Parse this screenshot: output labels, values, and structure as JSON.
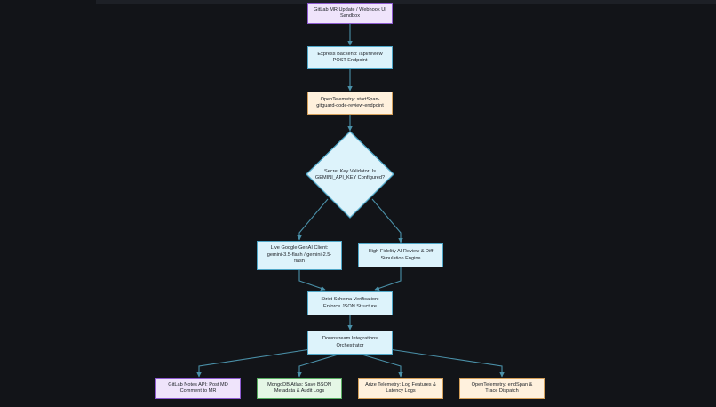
{
  "nodes": {
    "mr_update": "GitLab MR Update / Webhook UI Sandbox",
    "express": "Express Backend: /api/review POST Endpoint",
    "otel_start": "OpenTelemetry: startSpan- gitguard-code-review-endpoint",
    "validator": "Secret Key Validator: Is GEMINI_API_KEY Configured?",
    "genai": "Live Google GenAI Client: gemini-3.5-flash / gemini-2.5-flash",
    "simulation": "High-Fidelity AI Review & Diff Simulation Engine",
    "schema": "Strict Schema Verification: Enforce JSON Structure",
    "orchestrator": "Downstream Integrations Orchestrator",
    "gitlab_notes": "GitLab Notes API: Post MD Comment to MR",
    "mongodb": "MongoDB Atlas: Save BSON Metadata & Audit Logs",
    "arize": "Arize Telemetry: Log Features & Latency Logs",
    "otel_end": "OpenTelemetry: endSpan & Trace Dispatch"
  },
  "colors": {
    "background": "#121418",
    "edge": "#4a90a8",
    "purple_fill": "#efe4fb",
    "purple_border": "#8e5bd0",
    "blue_fill": "#ddf3fb",
    "blue_border": "#4fa7c8",
    "orange_fill": "#fff1dd",
    "orange_border": "#d4a05a",
    "green_fill": "#e5f7e6",
    "green_border": "#58ad62"
  }
}
